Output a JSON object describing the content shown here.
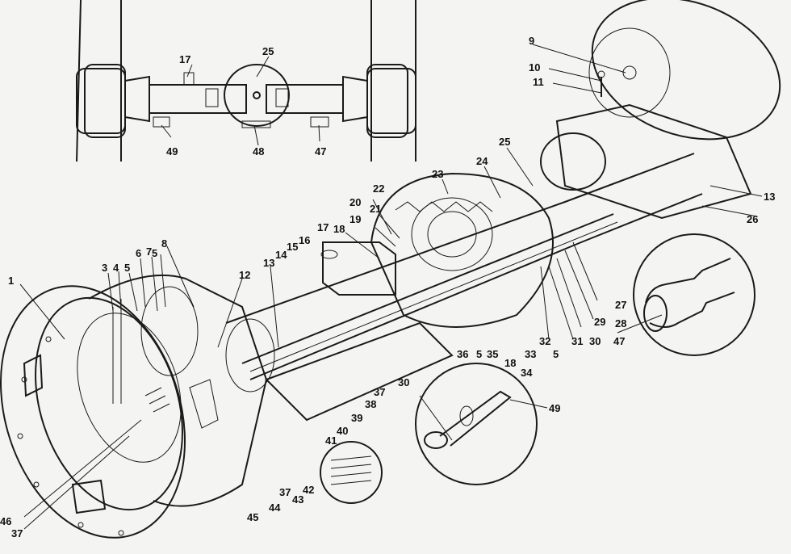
{
  "diagram": {
    "labels": [
      {
        "id": "1",
        "text": "1"
      },
      {
        "id": "3",
        "text": "3"
      },
      {
        "id": "4",
        "text": "4"
      },
      {
        "id": "5a",
        "text": "5"
      },
      {
        "id": "5b",
        "text": "5"
      },
      {
        "id": "5c",
        "text": "5"
      },
      {
        "id": "5d",
        "text": "5"
      },
      {
        "id": "6",
        "text": "6"
      },
      {
        "id": "7",
        "text": "7"
      },
      {
        "id": "8",
        "text": "8"
      },
      {
        "id": "9",
        "text": "9"
      },
      {
        "id": "10",
        "text": "10"
      },
      {
        "id": "11",
        "text": "11"
      },
      {
        "id": "12",
        "text": "12"
      },
      {
        "id": "13a",
        "text": "13"
      },
      {
        "id": "13b",
        "text": "13"
      },
      {
        "id": "14",
        "text": "14"
      },
      {
        "id": "15",
        "text": "15"
      },
      {
        "id": "16",
        "text": "16"
      },
      {
        "id": "17a",
        "text": "17"
      },
      {
        "id": "17b",
        "text": "17"
      },
      {
        "id": "18a",
        "text": "18"
      },
      {
        "id": "18b",
        "text": "18"
      },
      {
        "id": "19",
        "text": "19"
      },
      {
        "id": "20",
        "text": "20"
      },
      {
        "id": "21",
        "text": "21"
      },
      {
        "id": "22",
        "text": "22"
      },
      {
        "id": "23",
        "text": "23"
      },
      {
        "id": "24",
        "text": "24"
      },
      {
        "id": "25a",
        "text": "25"
      },
      {
        "id": "25b",
        "text": "25"
      },
      {
        "id": "26",
        "text": "26"
      },
      {
        "id": "27",
        "text": "27"
      },
      {
        "id": "28",
        "text": "28"
      },
      {
        "id": "29",
        "text": "29"
      },
      {
        "id": "30a",
        "text": "30"
      },
      {
        "id": "30b",
        "text": "30"
      },
      {
        "id": "31",
        "text": "31"
      },
      {
        "id": "32",
        "text": "32"
      },
      {
        "id": "33",
        "text": "33"
      },
      {
        "id": "34",
        "text": "34"
      },
      {
        "id": "35",
        "text": "35"
      },
      {
        "id": "36",
        "text": "36"
      },
      {
        "id": "37a",
        "text": "37"
      },
      {
        "id": "37b",
        "text": "37"
      },
      {
        "id": "37c",
        "text": "37"
      },
      {
        "id": "38",
        "text": "38"
      },
      {
        "id": "39",
        "text": "39"
      },
      {
        "id": "40",
        "text": "40"
      },
      {
        "id": "41",
        "text": "41"
      },
      {
        "id": "42",
        "text": "42"
      },
      {
        "id": "43",
        "text": "43"
      },
      {
        "id": "44",
        "text": "44"
      },
      {
        "id": "45",
        "text": "45"
      },
      {
        "id": "46",
        "text": "46"
      },
      {
        "id": "47a",
        "text": "47"
      },
      {
        "id": "47b",
        "text": "47"
      },
      {
        "id": "48",
        "text": "48"
      },
      {
        "id": "49a",
        "text": "49"
      },
      {
        "id": "49b",
        "text": "49"
      }
    ]
  }
}
